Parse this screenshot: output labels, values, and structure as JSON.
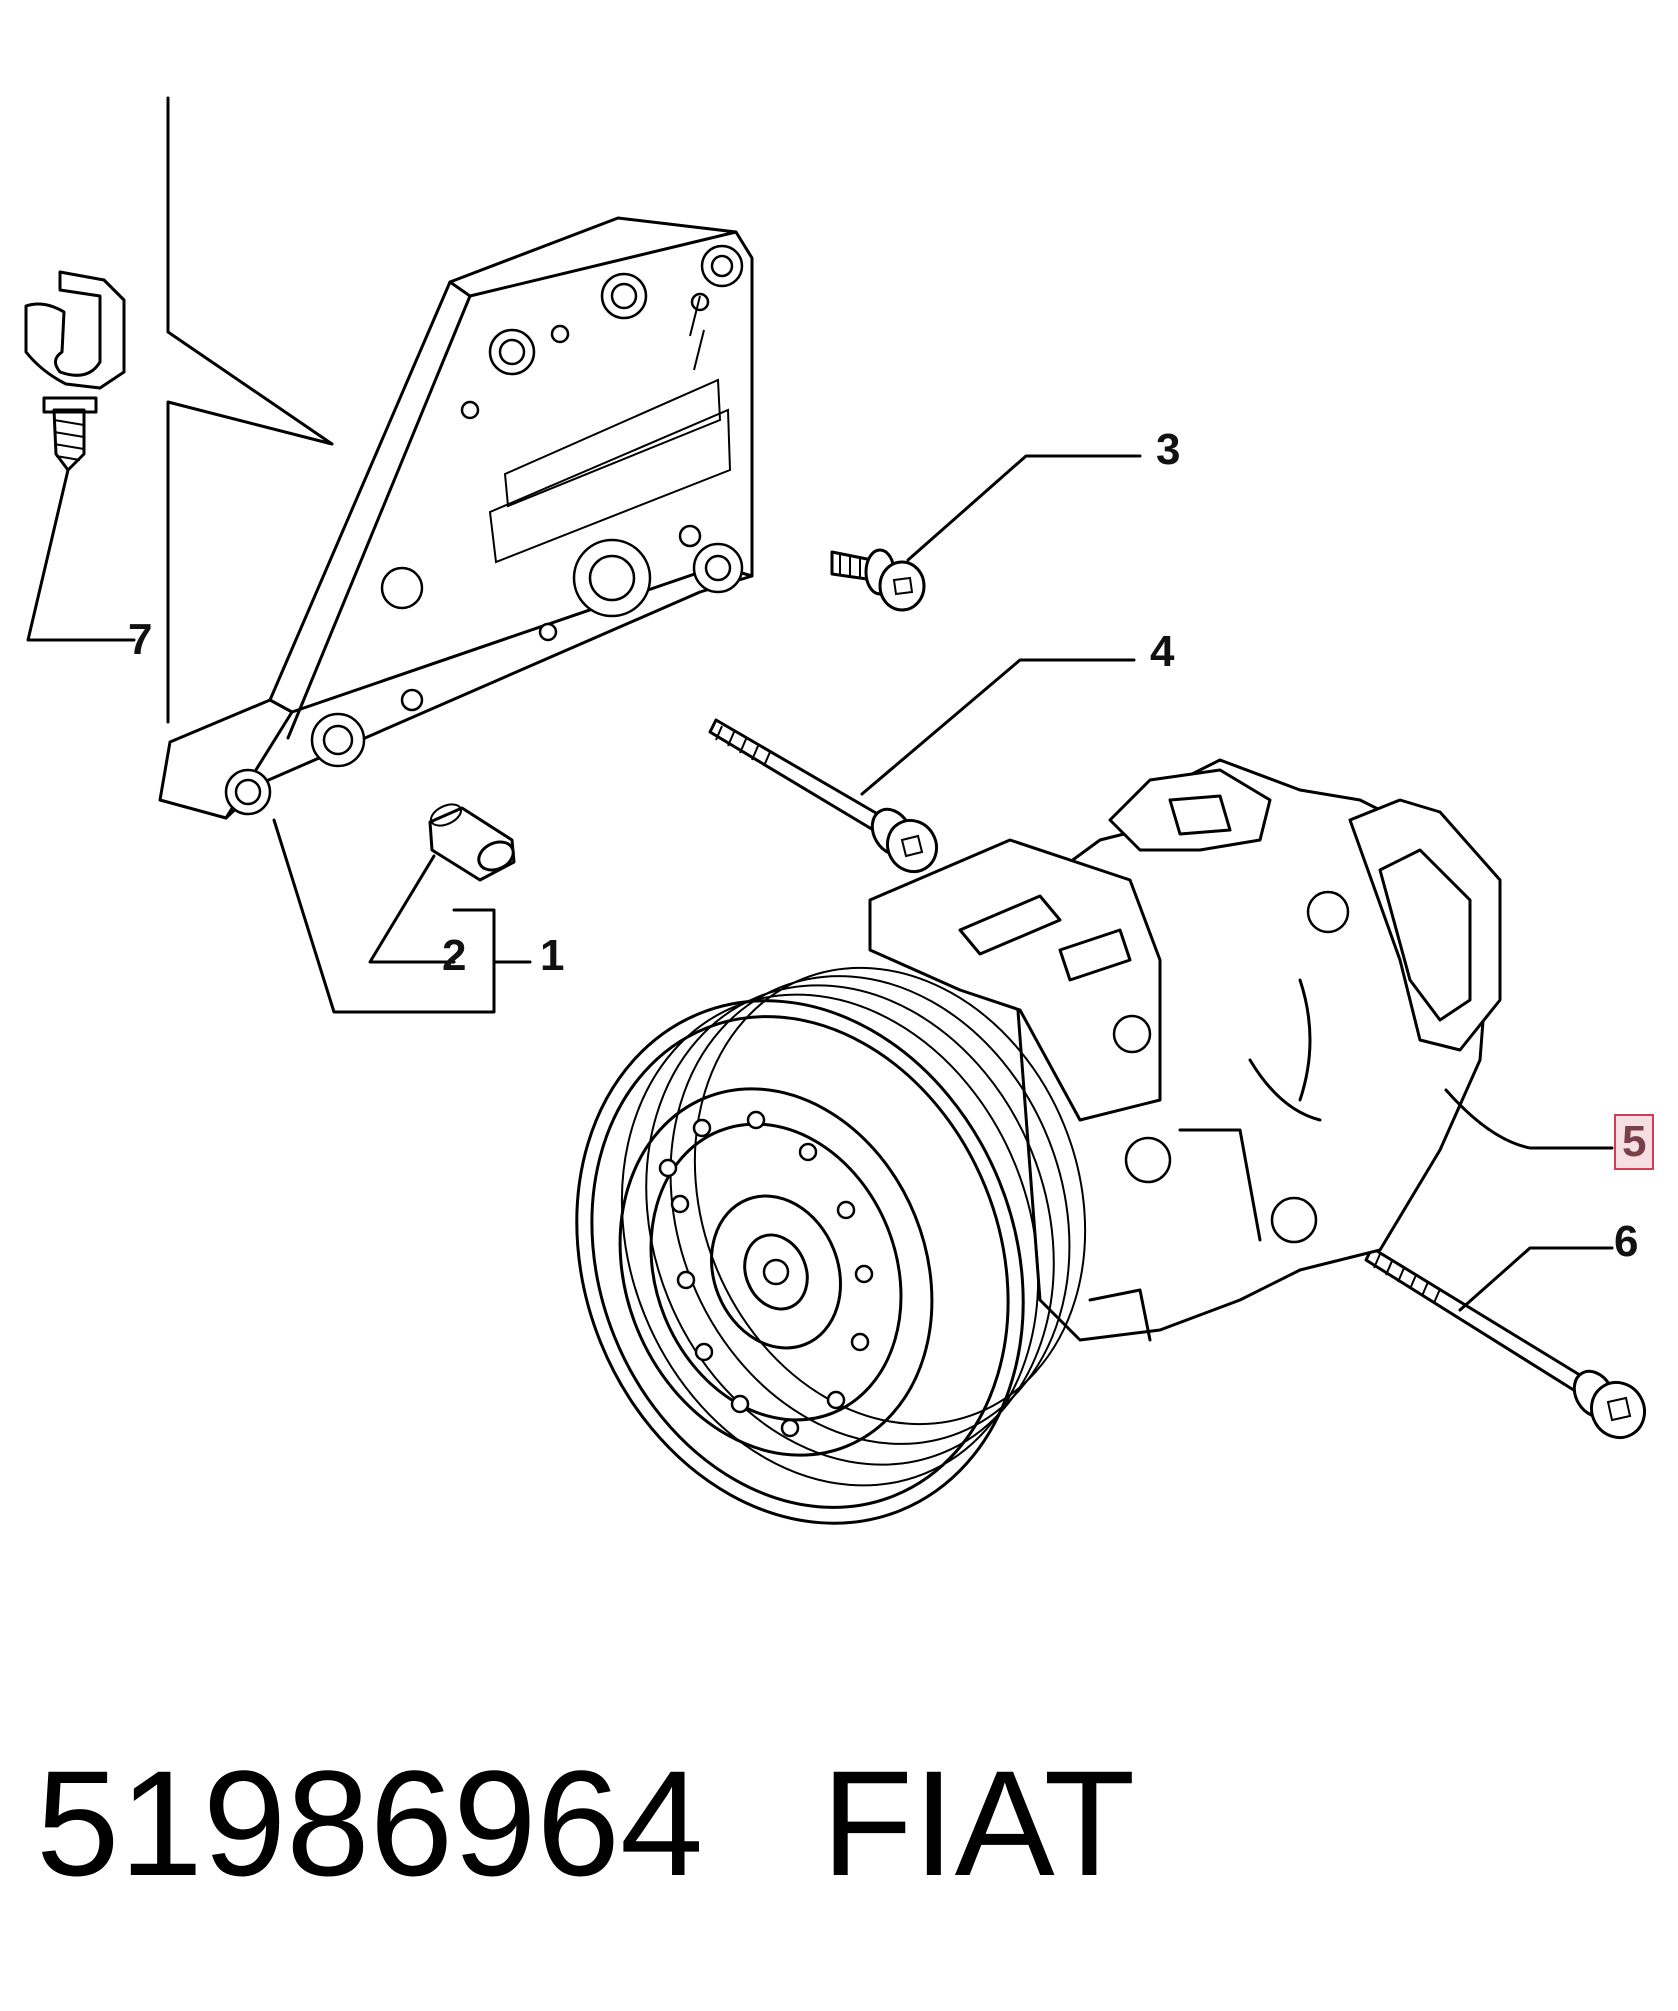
{
  "callouts": {
    "c1": "1",
    "c2": "2",
    "c3": "3",
    "c4": "4",
    "c5": "5",
    "c6": "6",
    "c7": "7"
  },
  "highlight_color": "#d43c52",
  "caption": {
    "part_number": "51986964",
    "brand": "FIAT"
  }
}
